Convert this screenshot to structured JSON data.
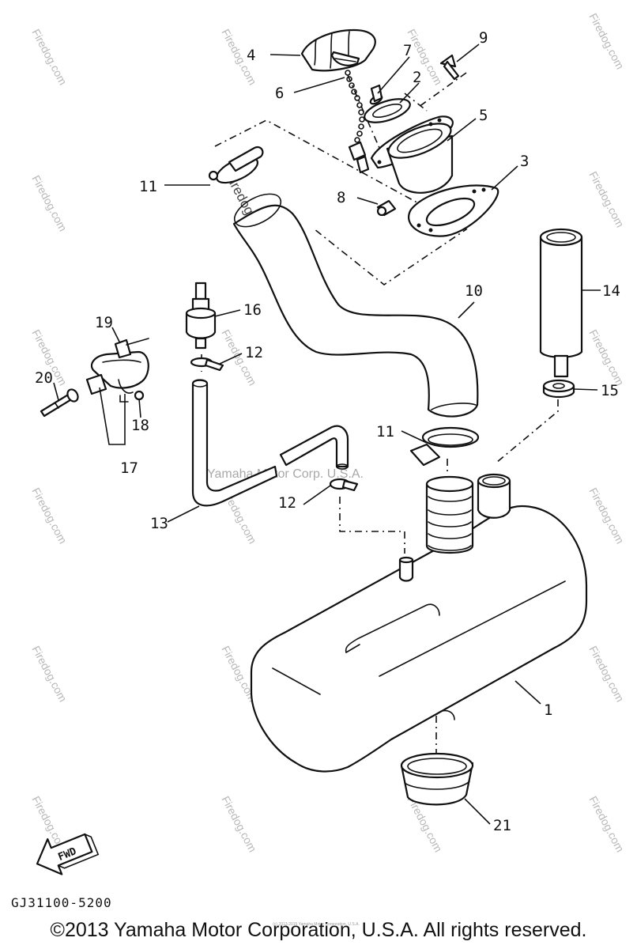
{
  "diagram": {
    "callouts": {
      "n1": "1",
      "n2": "2",
      "n3": "3",
      "n4": "4",
      "n5": "5",
      "n6": "6",
      "n7": "7",
      "n8": "8",
      "n9": "9",
      "n10": "10",
      "n11a": "11",
      "n11b": "11",
      "n12a": "12",
      "n12b": "12",
      "n13": "13",
      "n14": "14",
      "n15": "15",
      "n16": "16",
      "n17": "17",
      "n18": "18",
      "n19": "19",
      "n20": "20",
      "n21": "21"
    },
    "fwd_label": "FWD",
    "diagram_code": "GJ31100-5200",
    "copyright": "©2013 Yamaha Motor Corporation, U.S.A. All rights reserved.",
    "fine_print": "(c) 2013-2015 Yamaha Motor Corporation, U.S.A.",
    "watermarks": {
      "firedog": "Firedog.com",
      "firedog_center": "Firedog.com",
      "yamaha": "Yamaha Motor Corp. U.S.A."
    }
  }
}
